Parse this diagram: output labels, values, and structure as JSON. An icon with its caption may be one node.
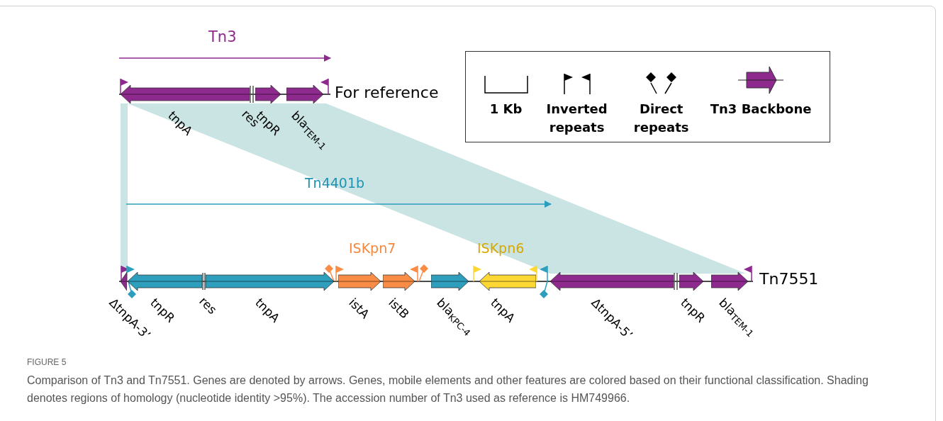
{
  "diagram": {
    "caption": "Comparison of Tn3 and Tn7551. Genes are denoted by arrows. Genes, mobile elements and other features are colored based on their functional classification. Shading denotes regions of homology (nucleotide identity >95%). The accession number of Tn3 used as reference is HM749966.",
    "nodes": [
      {
        "text": [
          "tnpA"
        ]
      },
      {
        "text": [
          "tnpR"
        ]
      },
      {
        "text": [
          "bla$_{TEM-1}$"
        ]
      },
      {
        "text": [
          "ΔtnpA-3’"
        ]
      },
      {
        "text": [
          "tnpR"
        ]
      },
      {
        "text": [
          "tnpA"
        ]
      },
      {
        "text": [
          "istA"
        ]
      },
      {
        "text": [
          "istB"
        ]
      },
      {
        "text": [
          "bla$_{KPC-4}$"
        ]
      },
      {
        "text": [
          "tnpA"
        ]
      },
      {
        "text": [
          "ΔtnpA-5’"
        ]
      },
      {
        "text": [
          "tnpR"
        ]
      },
      {
        "text": [
          "bla$_{TEM-1}$"
        ]
      }
    ],
    "labels": [
      "Tn3",
      "For reference",
      "res",
      "Tn4401b",
      "ISKpn7",
      "ISKpn6",
      "Tn7551",
      "res",
      "FIGURE 5"
    ],
    "legend": [
      {
        "text": "1 Kb"
      },
      {
        "text": "Inverted repeats"
      },
      {
        "text": "Direct repeats"
      },
      {
        "text": "Tn3 Backbone"
      }
    ]
  }
}
